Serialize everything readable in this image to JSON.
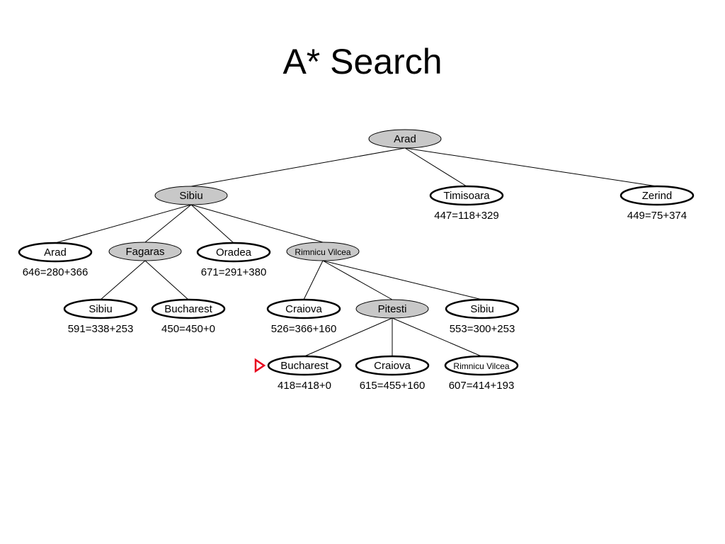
{
  "title": "A* Search",
  "colors": {
    "expanded_fill": "#c8c8c8",
    "frontier_fill": "#ffffff",
    "edge": "#000000",
    "goal_marker": "#e8001c"
  },
  "nodes": [
    {
      "id": "arad-root",
      "label": "Arad",
      "expanded": true
    },
    {
      "id": "sibiu",
      "label": "Sibiu",
      "expanded": true
    },
    {
      "id": "timisoara",
      "label": "Timisoara",
      "cost": "447=118+329"
    },
    {
      "id": "zerind",
      "label": "Zerind",
      "cost": "449=75+374"
    },
    {
      "id": "arad-2",
      "label": "Arad",
      "cost": "646=280+366"
    },
    {
      "id": "fagaras",
      "label": "Fagaras",
      "expanded": true
    },
    {
      "id": "oradea",
      "label": "Oradea",
      "cost": "671=291+380"
    },
    {
      "id": "rimnicu-vilcea",
      "label": "Rimnicu Vilcea",
      "expanded": true,
      "small": true
    },
    {
      "id": "sibiu-2",
      "label": "Sibiu",
      "cost": "591=338+253"
    },
    {
      "id": "bucharest-1",
      "label": "Bucharest",
      "cost": "450=450+0"
    },
    {
      "id": "craiova-1",
      "label": "Craiova",
      "cost": "526=366+160"
    },
    {
      "id": "pitesti",
      "label": "Pitesti",
      "expanded": true
    },
    {
      "id": "sibiu-3",
      "label": "Sibiu",
      "cost": "553=300+253"
    },
    {
      "id": "bucharest-2",
      "label": "Bucharest",
      "cost": "418=418+0",
      "goal": true
    },
    {
      "id": "craiova-2",
      "label": "Craiova",
      "cost": "615=455+160"
    },
    {
      "id": "rimnicu-vilcea-2",
      "label": "Rimnicu Vilcea",
      "cost": "607=414+193",
      "small": true
    }
  ],
  "edges": [
    [
      "arad-root",
      "sibiu"
    ],
    [
      "arad-root",
      "timisoara"
    ],
    [
      "arad-root",
      "zerind"
    ],
    [
      "sibiu",
      "arad-2"
    ],
    [
      "sibiu",
      "fagaras"
    ],
    [
      "sibiu",
      "oradea"
    ],
    [
      "sibiu",
      "rimnicu-vilcea"
    ],
    [
      "fagaras",
      "sibiu-2"
    ],
    [
      "fagaras",
      "bucharest-1"
    ],
    [
      "rimnicu-vilcea",
      "craiova-1"
    ],
    [
      "rimnicu-vilcea",
      "pitesti"
    ],
    [
      "rimnicu-vilcea",
      "sibiu-3"
    ],
    [
      "pitesti",
      "bucharest-2"
    ],
    [
      "pitesti",
      "craiova-2"
    ],
    [
      "pitesti",
      "rimnicu-vilcea-2"
    ]
  ]
}
